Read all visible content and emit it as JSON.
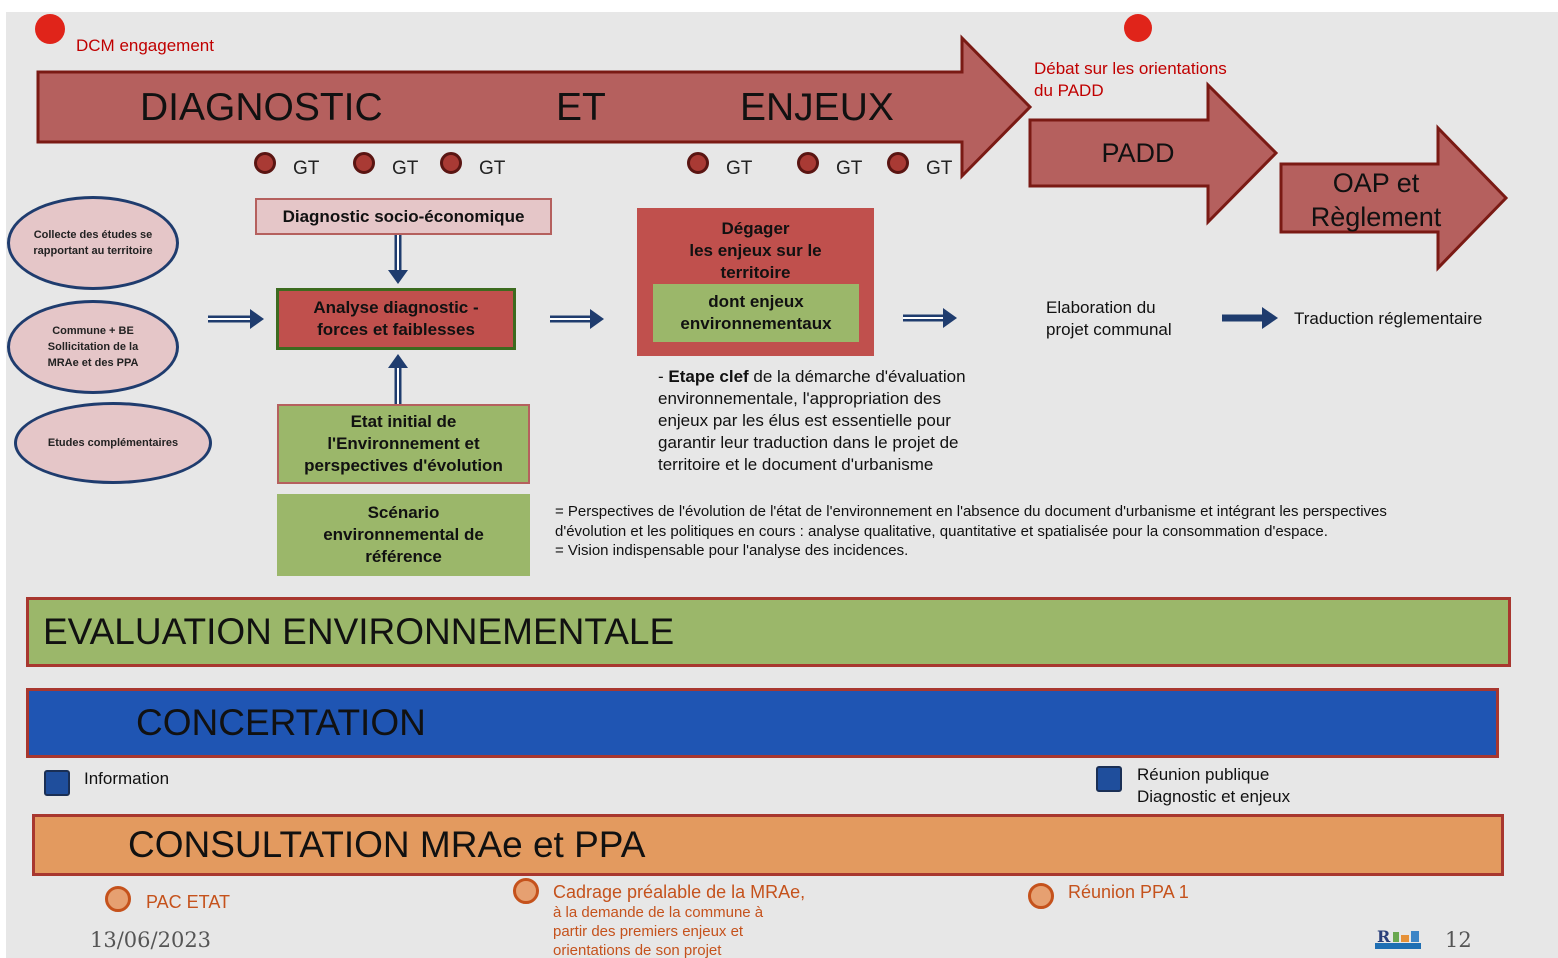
{
  "milestones": {
    "dcm": "DCM engagement",
    "debat_line1": "Débat  sur les orientations",
    "debat_line2": "du PADD"
  },
  "arrows": {
    "diagnostic_word1": "DIAGNOSTIC",
    "diagnostic_word2": "ET",
    "diagnostic_word3": "ENJEUX",
    "padd": "PADD",
    "oap_line1": "OAP et",
    "oap_line2": "Règlement"
  },
  "gt_label": "GT",
  "sources": [
    {
      "text": "Collecte des études se rapportant au territoire"
    },
    {
      "text": "Commune + BE Sollicitation de la MRAe et des PPA"
    },
    {
      "text": "Etudes complémentaires"
    }
  ],
  "boxes": {
    "socio": "Diagnostic socio-économique",
    "analyse_line1": "Analyse diagnostic -",
    "analyse_line2": "forces et faiblesses",
    "etat_line1": "Etat initial de",
    "etat_line2": "l'Environnement et",
    "etat_line3": "perspectives d'évolution",
    "scenario_line1": "Scénario",
    "scenario_line2": "environnemental de",
    "scenario_line3": "référence",
    "degager_line1": "Dégager",
    "degager_line2": "les enjeux sur le",
    "degager_line3": "territoire",
    "dont_line1": "dont enjeux",
    "dont_line2": "environnementaux"
  },
  "flow": {
    "elaboration_line1": "Elaboration du",
    "elaboration_line2": "projet communal",
    "traduction": "Traduction réglementaire"
  },
  "notes": {
    "etape_prefix": "- ",
    "etape_bold": "Etape clef",
    "etape_line1_rest": " de la démarche d'évaluation",
    "etape_line2": "environnementale, l'appropriation des",
    "etape_line3": "enjeux par les élus est essentielle pour",
    "etape_line4": "garantir leur traduction dans le projet de",
    "etape_line5": "territoire et le document d'urbanisme",
    "perspectives_line1": "= Perspectives de l'évolution de l'état de l'environnement en l'absence du document d'urbanisme et intégrant les perspectives",
    "perspectives_line2": "d'évolution et les politiques en cours : analyse qualitative, quantitative et spatialisée pour  la consommation d'espace.",
    "perspectives_line3": "= Vision indispensable pour l'analyse des incidences."
  },
  "bands": {
    "evaluation": "EVALUATION ENVIRONNEMENTALE",
    "concertation": "CONCERTATION",
    "consultation": "CONSULTATION MRAe et PPA"
  },
  "concertation_items": {
    "information": "Information",
    "reunion_line1": "Réunion publique",
    "reunion_line2": "Diagnostic et enjeux"
  },
  "consultation_items": {
    "pac": "PAC ETAT",
    "cadrage_line1": "Cadrage préalable de la MRAe,",
    "cadrage_line2": "à la demande de la commune à",
    "cadrage_line3": "partir des premiers enjeux et",
    "cadrage_line4": "orientations de son projet",
    "reunion_ppa": "Réunion PPA 1"
  },
  "footer": {
    "date": "13/06/2023",
    "page": "12"
  },
  "colors": {
    "arrow_fill": "#b5605e",
    "arrow_stroke": "#7a1a14",
    "green_fill": "#9bb76a",
    "blue_band": "#1f55b3",
    "orange_band": "#e39a5f",
    "milestone_red": "#e0241a",
    "navy_arrow": "#1f3c6e"
  }
}
